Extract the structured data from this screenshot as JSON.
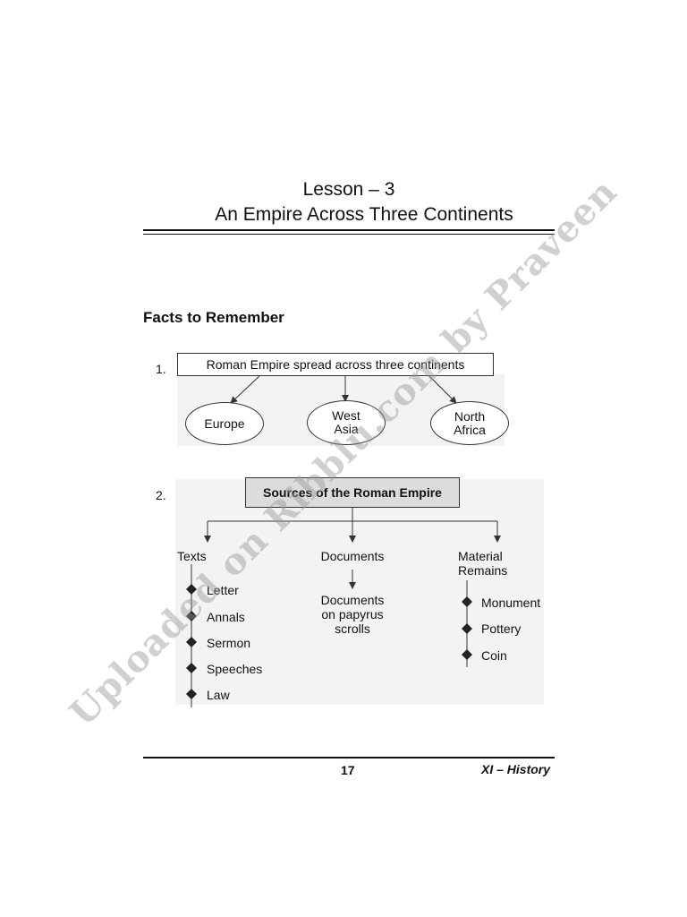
{
  "header": {
    "lesson": "Lesson – 3",
    "title": "An Empire Across Three Continents"
  },
  "section_heading": "Facts to Remember",
  "diagram1": {
    "number": "1.",
    "root": "Roman Empire spread across three continents",
    "children": [
      "Europe",
      "West Asia",
      "North Africa"
    ]
  },
  "diagram2": {
    "number": "2.",
    "root": "Sources of the Roman Empire",
    "texts": {
      "label": "Texts",
      "items": [
        "Letter",
        "Annals",
        "Sermon",
        "Speeches",
        "Law"
      ]
    },
    "documents": {
      "label": "Documents",
      "child": "Documents on papyrus scrolls"
    },
    "material": {
      "label": "Material Remains",
      "items": [
        "Monument",
        "Pottery",
        "Coin"
      ]
    }
  },
  "watermark": "Uploaded on Ribblu.com by Praveen",
  "footer": {
    "page_number": "17",
    "subject": "XI – History"
  }
}
